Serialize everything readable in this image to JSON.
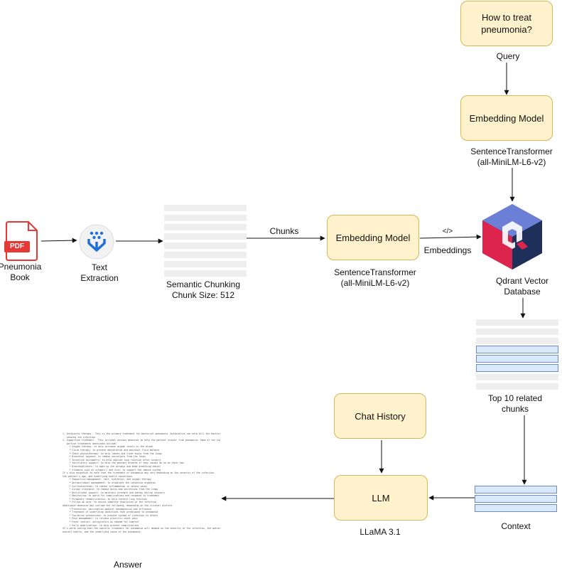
{
  "nodes": {
    "query_box": "How to treat pneumonia?",
    "query_label": "Query",
    "embedding_top_box": "Embedding Model",
    "embedding_top_label": "SentenceTransformer (all-MiniLM-L6-v2)",
    "pdf_label": "Pneumonia Book",
    "pdf_badge": "PDF",
    "text_extraction_label": "Text Extraction",
    "chunking_label": "Semantic Chunking Chunk Size: 512",
    "chunks_edge": "Chunks",
    "embedding_mid_box": "Embedding Model",
    "embedding_mid_label": "SentenceTransformer (all-MiniLM-L6-v2)",
    "code_tag": "</>",
    "embeddings_edge": "Embeddings",
    "qdrant_label": "Qdrant Vector Database",
    "top10_label": "Top 10 related chunks",
    "chat_history_box": "Chat History",
    "llm_box": "LLM",
    "llm_label": "LLaMA 3.1",
    "context_label": "Context",
    "answer_label": "Answer"
  },
  "colors": {
    "box_fill": "#fff2cc",
    "box_border": "#d6b656",
    "chunk_grey": "#eeeeee",
    "chunk_highlight_fill": "#dae8fc",
    "chunk_highlight_border": "#6c8ebf",
    "pdf_red": "#e53935",
    "qdrant_red": "#dc244c",
    "qdrant_blue": "#24386c"
  },
  "icons": {
    "pdf": "pdf-file-icon",
    "extraction": "text-extraction-icon",
    "qdrant": "qdrant-logo-icon"
  },
  "answer_text": [
    "1. Antibiotic therapy - This is the primary treatment for bacterial pneumonia. Antibiotics can help kill the bacteria",
    "   causing the infection.",
    "2. Supportive treatment - This includes various measures to help the patient recover from pneumonia. Some of the sup-",
    "   portive treatments mentioned include:",
    "     * Oxygen therapy: to help increase oxygen levels in the blood",
    "     * Fluid therapy: to prevent dehydration and maintain fluid balance",
    "     * Chest physiotherapy: to help loosen and clear mucus from the lungs",
    "     * Bronchial hygiene: to remove secretions from the lungs",
    "     * Incentive spirometry: to help improve lung function after surgery",
    "     * Ventilatory support: to help the patient breathe if they cannot do so on their own",
    "     * Bronchodilators: to open up the airways and make breathing easier",
    "     * Vitamins such as vitamin C and zinc: to support the immune system",
    "",
    "It's also essential to note that the treatment of pneumonia may vary depending on the severity of the infection,",
    "the patient's age, and underlying health conditions.",
    "",
    "     * Supportive management: rest, hydration, and oxygen therapy",
    "     * Antimicrobial management: to eradicate the causative organism",
    "     * Corticosteroids: to reduce inflammation in severe cases",
    "     * Airway clearance: to remove mucus and secretions from the lungs",
    "     * Nutritional support: to maintain strength and energy during recovery",
    "     * Monitoring: to watch for complications and response to treatment",
    "     * Pulmonary rehabilitation: to help restore lung function",
    "     * Follow-up care: to ensure complete resolution of the infection",
    "",
    "Additional measures may include the following, depending on the clinical picture:",
    "     * Prevention: vaccination against pneumococcus and influenza",
    "     * Treatment of underlying conditions that predispose to pneumonia",
    "     * Isolation precautions: to prevent spread of infection to others",
    "     * Pain management: to relieve pleuritic chest pain",
    "     * Fever control: antipyretics as needed for comfort",
    "     * Early mobilization: to help prevent complications",
    "",
    "It's worth noting that the specific treatment for pneumonia will depend on the severity of the infection, the patient's",
    "overall health, and the underlying cause of the pneumonia."
  ]
}
